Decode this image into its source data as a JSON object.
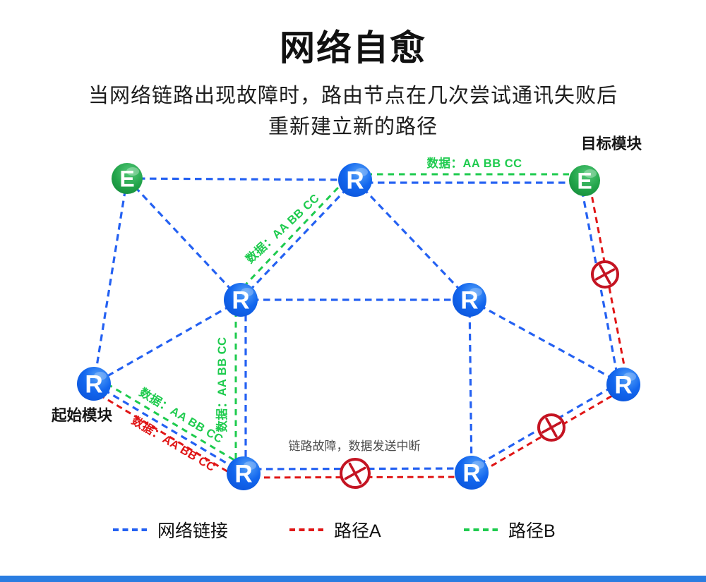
{
  "title": "网络自愈",
  "subtitle": {
    "line1": "当网络链路出现故障时，路由节点在几次尝试通讯失败后",
    "line2": "重新建立新的路径"
  },
  "diagram": {
    "node_letters": {
      "endpoint": "E",
      "router": "R"
    },
    "labels": {
      "target_module": "目标模块",
      "source_module": "起始模块",
      "link_failure": "链路故障，数据发送中断",
      "data_packet": "数据：AA BB CC"
    }
  },
  "legend": {
    "items": [
      {
        "label": "网络链接",
        "color": "#2461f2"
      },
      {
        "label": "路径A",
        "color": "#e01616"
      },
      {
        "label": "路径B",
        "color": "#1ecb4e"
      }
    ]
  },
  "colors": {
    "network_link": "#2461f2",
    "path_a": "#e01616",
    "path_b": "#1ecb4e",
    "failure": "#c41422",
    "node_blue": "#0d5be0",
    "node_green": "#1fa23f",
    "footer_bar": "#2a7de1"
  }
}
